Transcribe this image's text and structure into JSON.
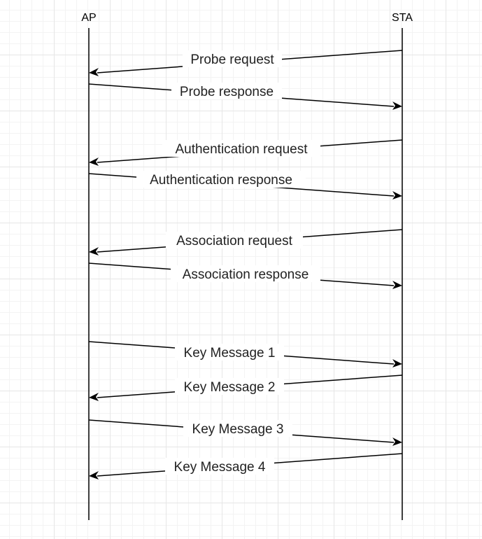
{
  "participants": {
    "left": "AP",
    "right": "STA"
  },
  "messages": [
    {
      "label": "Probe request",
      "from": "STA",
      "to": "AP"
    },
    {
      "label": "Probe response",
      "from": "AP",
      "to": "STA"
    },
    {
      "label": "Authentication request",
      "from": "STA",
      "to": "AP"
    },
    {
      "label": "Authentication response",
      "from": "AP",
      "to": "STA"
    },
    {
      "label": "Association request",
      "from": "STA",
      "to": "AP"
    },
    {
      "label": "Association response",
      "from": "AP",
      "to": "STA"
    },
    {
      "label": "Key Message 1",
      "from": "AP",
      "to": "STA"
    },
    {
      "label": "Key Message 2",
      "from": "STA",
      "to": "AP"
    },
    {
      "label": "Key Message 3",
      "from": "AP",
      "to": "STA"
    },
    {
      "label": "Key Message 4",
      "from": "STA",
      "to": "AP"
    }
  ],
  "colors": {
    "line": "#000000",
    "text": "#222222",
    "grid": "#e6e6e6"
  }
}
